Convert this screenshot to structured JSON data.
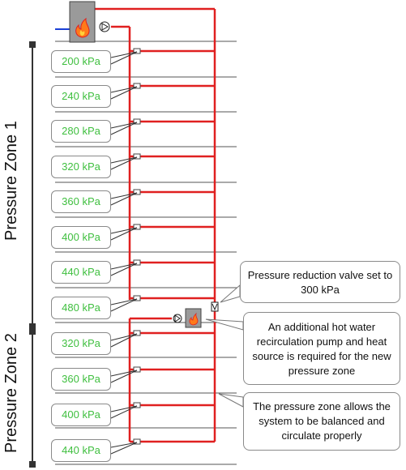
{
  "zones": [
    {
      "label": "Pressure Zone 1"
    },
    {
      "label": "Pressure Zone 2"
    }
  ],
  "pressures": [
    {
      "label": "200 kPa"
    },
    {
      "label": "240 kPa"
    },
    {
      "label": "280 kPa"
    },
    {
      "label": "320 kPa"
    },
    {
      "label": "360 kPa"
    },
    {
      "label": "400 kPa"
    },
    {
      "label": "440 kPa"
    },
    {
      "label": "480 kPa"
    },
    {
      "label": "320 kPa"
    },
    {
      "label": "360 kPa"
    },
    {
      "label": "400 kPa"
    },
    {
      "label": "440 kPa"
    }
  ],
  "callouts": [
    {
      "text": "Pressure reduction valve set to 300 kPa"
    },
    {
      "text": "An additional hot water recirculation pump and heat source is required for the new pressure zone"
    },
    {
      "text": "The pressure zone allows the system to be balanced and circulate properly"
    }
  ],
  "colors": {
    "pipe": "#e02020",
    "pressure_text": "#3fbf3f",
    "floor_line": "#555555",
    "supply_line": "#1a3fd6"
  },
  "icons": [
    "heater-icon",
    "pump-icon",
    "valve-icon",
    "flame-icon"
  ]
}
